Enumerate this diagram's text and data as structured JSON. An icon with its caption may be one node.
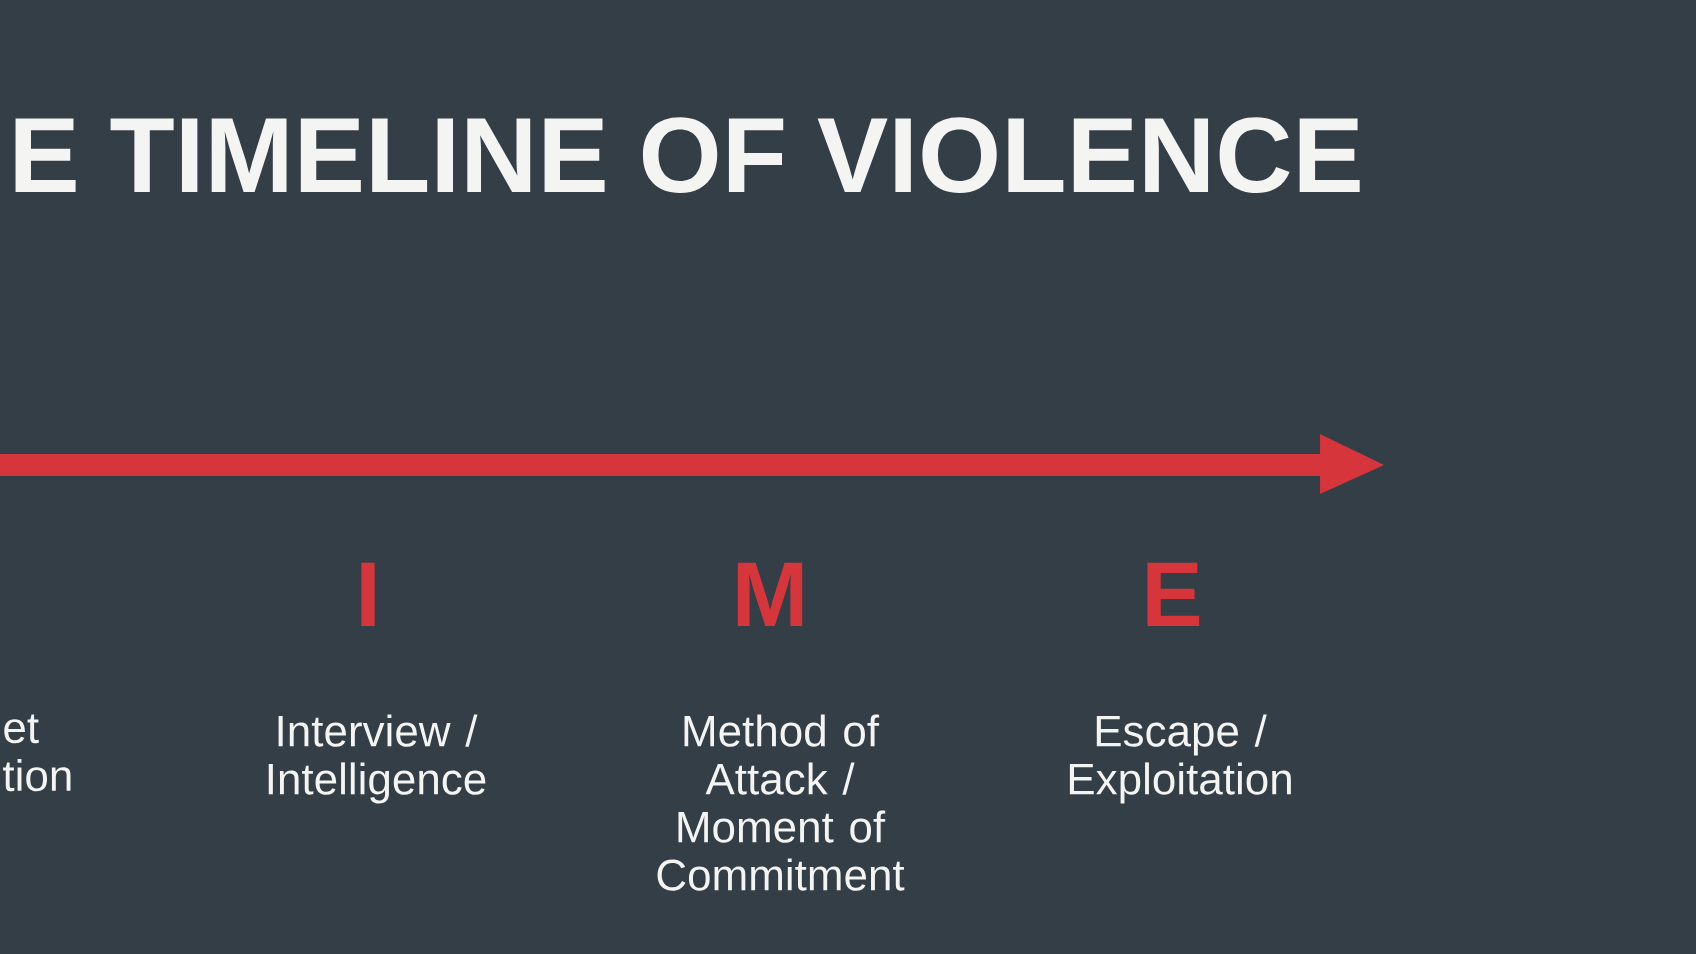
{
  "diagram": {
    "title": "E TIMELINE OF VIOLENCE",
    "labels": [
      "I",
      "M",
      "E",
      "et tion",
      "Interview / Intelligence",
      "Method of Attack / Moment of Commitment",
      "Escape / Exploitation"
    ]
  }
}
